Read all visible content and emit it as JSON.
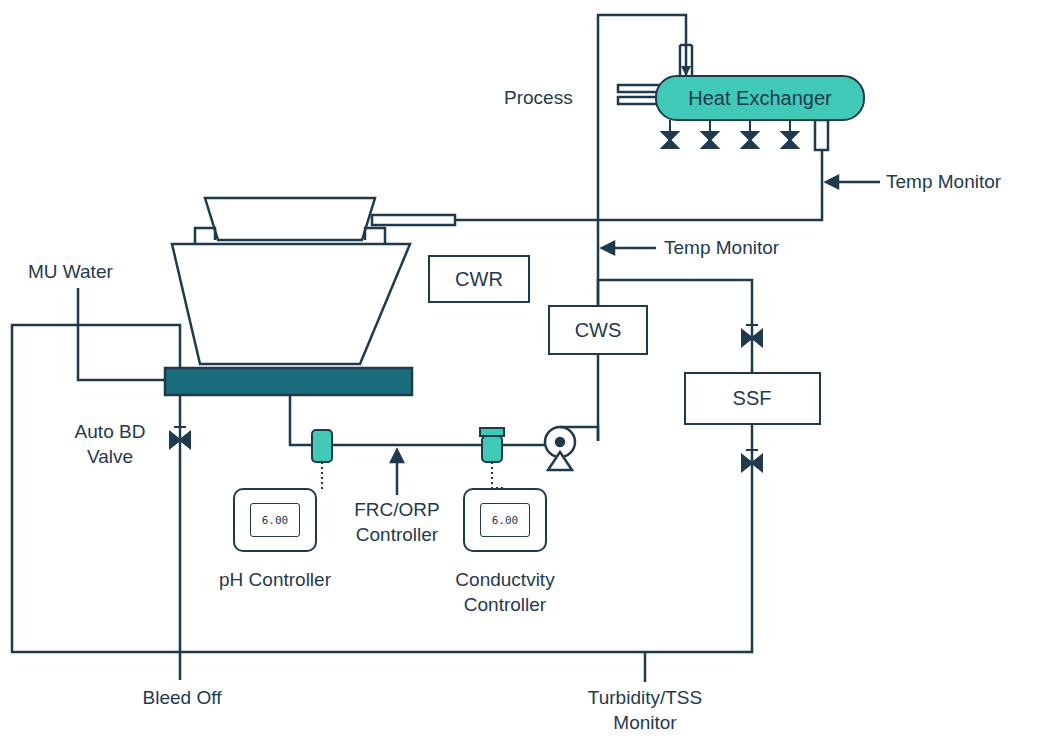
{
  "diagram": {
    "nodes": [
      {
        "text": [
          "Heat Exchanger"
        ]
      },
      {
        "text": [
          "CWR"
        ]
      },
      {
        "text": [
          "CWS"
        ]
      },
      {
        "text": [
          "SSF"
        ]
      },
      {
        "text": [
          "6.00",
          "pH Controller"
        ]
      },
      {
        "text": [
          "6.00",
          "Conductvity Controller"
        ]
      }
    ],
    "edges": [
      {
        "from": 2,
        "to": 0,
        "arrow": "to"
      },
      {
        "from": 2,
        "to": 3,
        "arrow": "none"
      }
    ],
    "labels": [
      "Process",
      "Temp Monitor",
      "Temp Monitor",
      "MU Water",
      "Auto BD Valve",
      "FRC/ORP Controller",
      "Bleed Off",
      "Turbidity/TSS Monitor"
    ]
  }
}
